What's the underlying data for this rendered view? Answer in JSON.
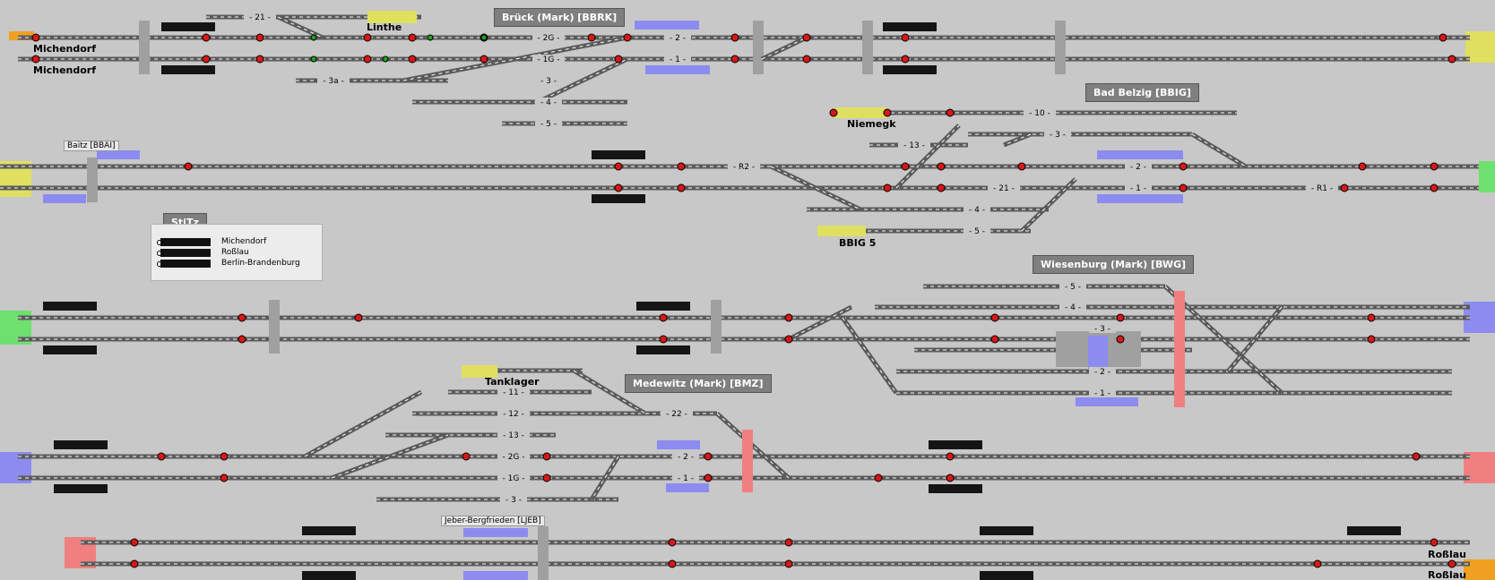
{
  "stations": {
    "brueck": "Brück (Mark) [BBRK]",
    "bad_belzig": "Bad Belzig [BBIG]",
    "wiesenburg": "Wiesenburg (Mark) [BWG]",
    "medewitz": "Medewitz (Mark) [BMZ]"
  },
  "places": {
    "michendorf_1": "Michendorf",
    "michendorf_2": "Michendorf",
    "linthe": "Linthe",
    "niemegk": "Niemegk",
    "bbig5": "BBIG 5",
    "tanklager": "Tanklager",
    "rosslau_1": "Roßlau",
    "rosslau_2": "Roßlau"
  },
  "sub_stations": {
    "baitz": "Baitz [BBAI]",
    "jeber": "Jeber-Bergfrieden [LJEB]"
  },
  "stitz": {
    "title": "StiTz",
    "rows": [
      "Michendorf",
      "Roßlau",
      "Berlin-Brandenburg"
    ]
  },
  "track_labels": {
    "brueck": [
      "21",
      "2G",
      "1G",
      "3a",
      "3",
      "4",
      "5",
      "2",
      "1"
    ],
    "belzig": [
      "10",
      "13",
      "3",
      "R2",
      "2",
      "21",
      "4",
      "5",
      "1",
      "R1"
    ],
    "wiesenburg": [
      "5",
      "4",
      "3",
      "2",
      "1"
    ],
    "medewitz": [
      "11",
      "12",
      "13",
      "22",
      "2G",
      "1G",
      "3",
      "2",
      "1"
    ]
  },
  "colors": {
    "background": "#c8c8c8",
    "track": "#5a5a5a",
    "track_dash": "#ffffff",
    "signal_red": "#d61818",
    "signal_green": "#20a020",
    "yellow_end": "#e0e060",
    "green_end": "#6ee06e",
    "blue_end": "#8c8cf0",
    "red_end": "#f08080",
    "orange_end": "#f0a020",
    "section_blue": "#8c8cf0",
    "section_gray": "#a0a0a0",
    "station_box": "#7f7f7f"
  }
}
